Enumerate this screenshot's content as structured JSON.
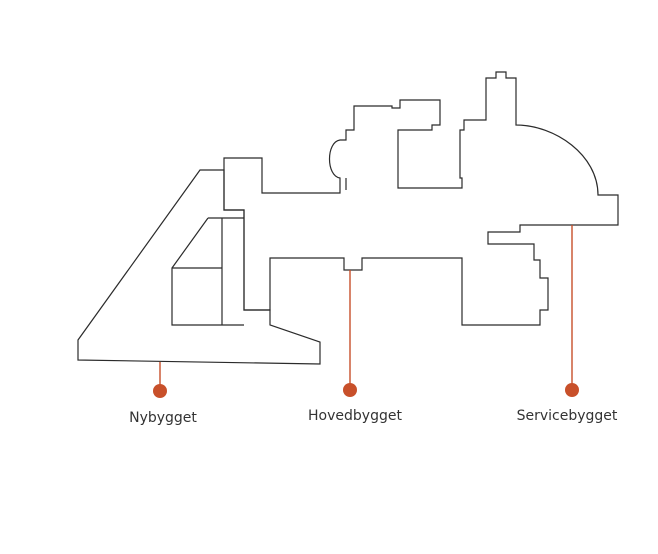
{
  "diagram": {
    "accent_color": "#c8502a",
    "outline_color": "#2b2b2b",
    "buildings": [
      {
        "id": "nybygget",
        "label": "Nybygget"
      },
      {
        "id": "hovedbygget",
        "label": "Hovedbygget"
      },
      {
        "id": "servicebygget",
        "label": "Servicebygget"
      }
    ]
  }
}
